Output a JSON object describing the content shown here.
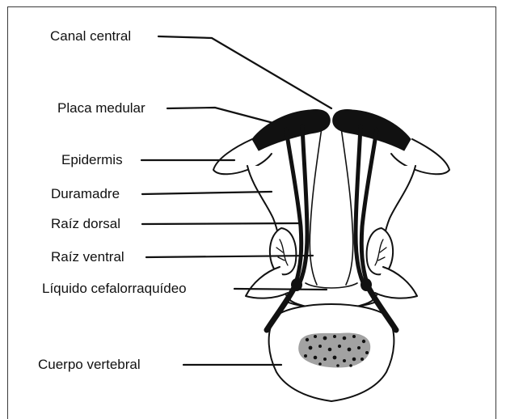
{
  "labels": {
    "canal_central": "Canal central",
    "placa_medular": "Placa medular",
    "epidermis": "Epidermis",
    "duramadre": "Duramadre",
    "raiz_dorsal": "Raíz dorsal",
    "raiz_ventral": "Raíz ventral",
    "liquido": "Líquido cefalorraquídeo",
    "cuerpo_vertebral": "Cuerpo vertebral"
  },
  "colors": {
    "ink": "#111111",
    "frame": "#3a3a3a",
    "background": "#ffffff"
  }
}
